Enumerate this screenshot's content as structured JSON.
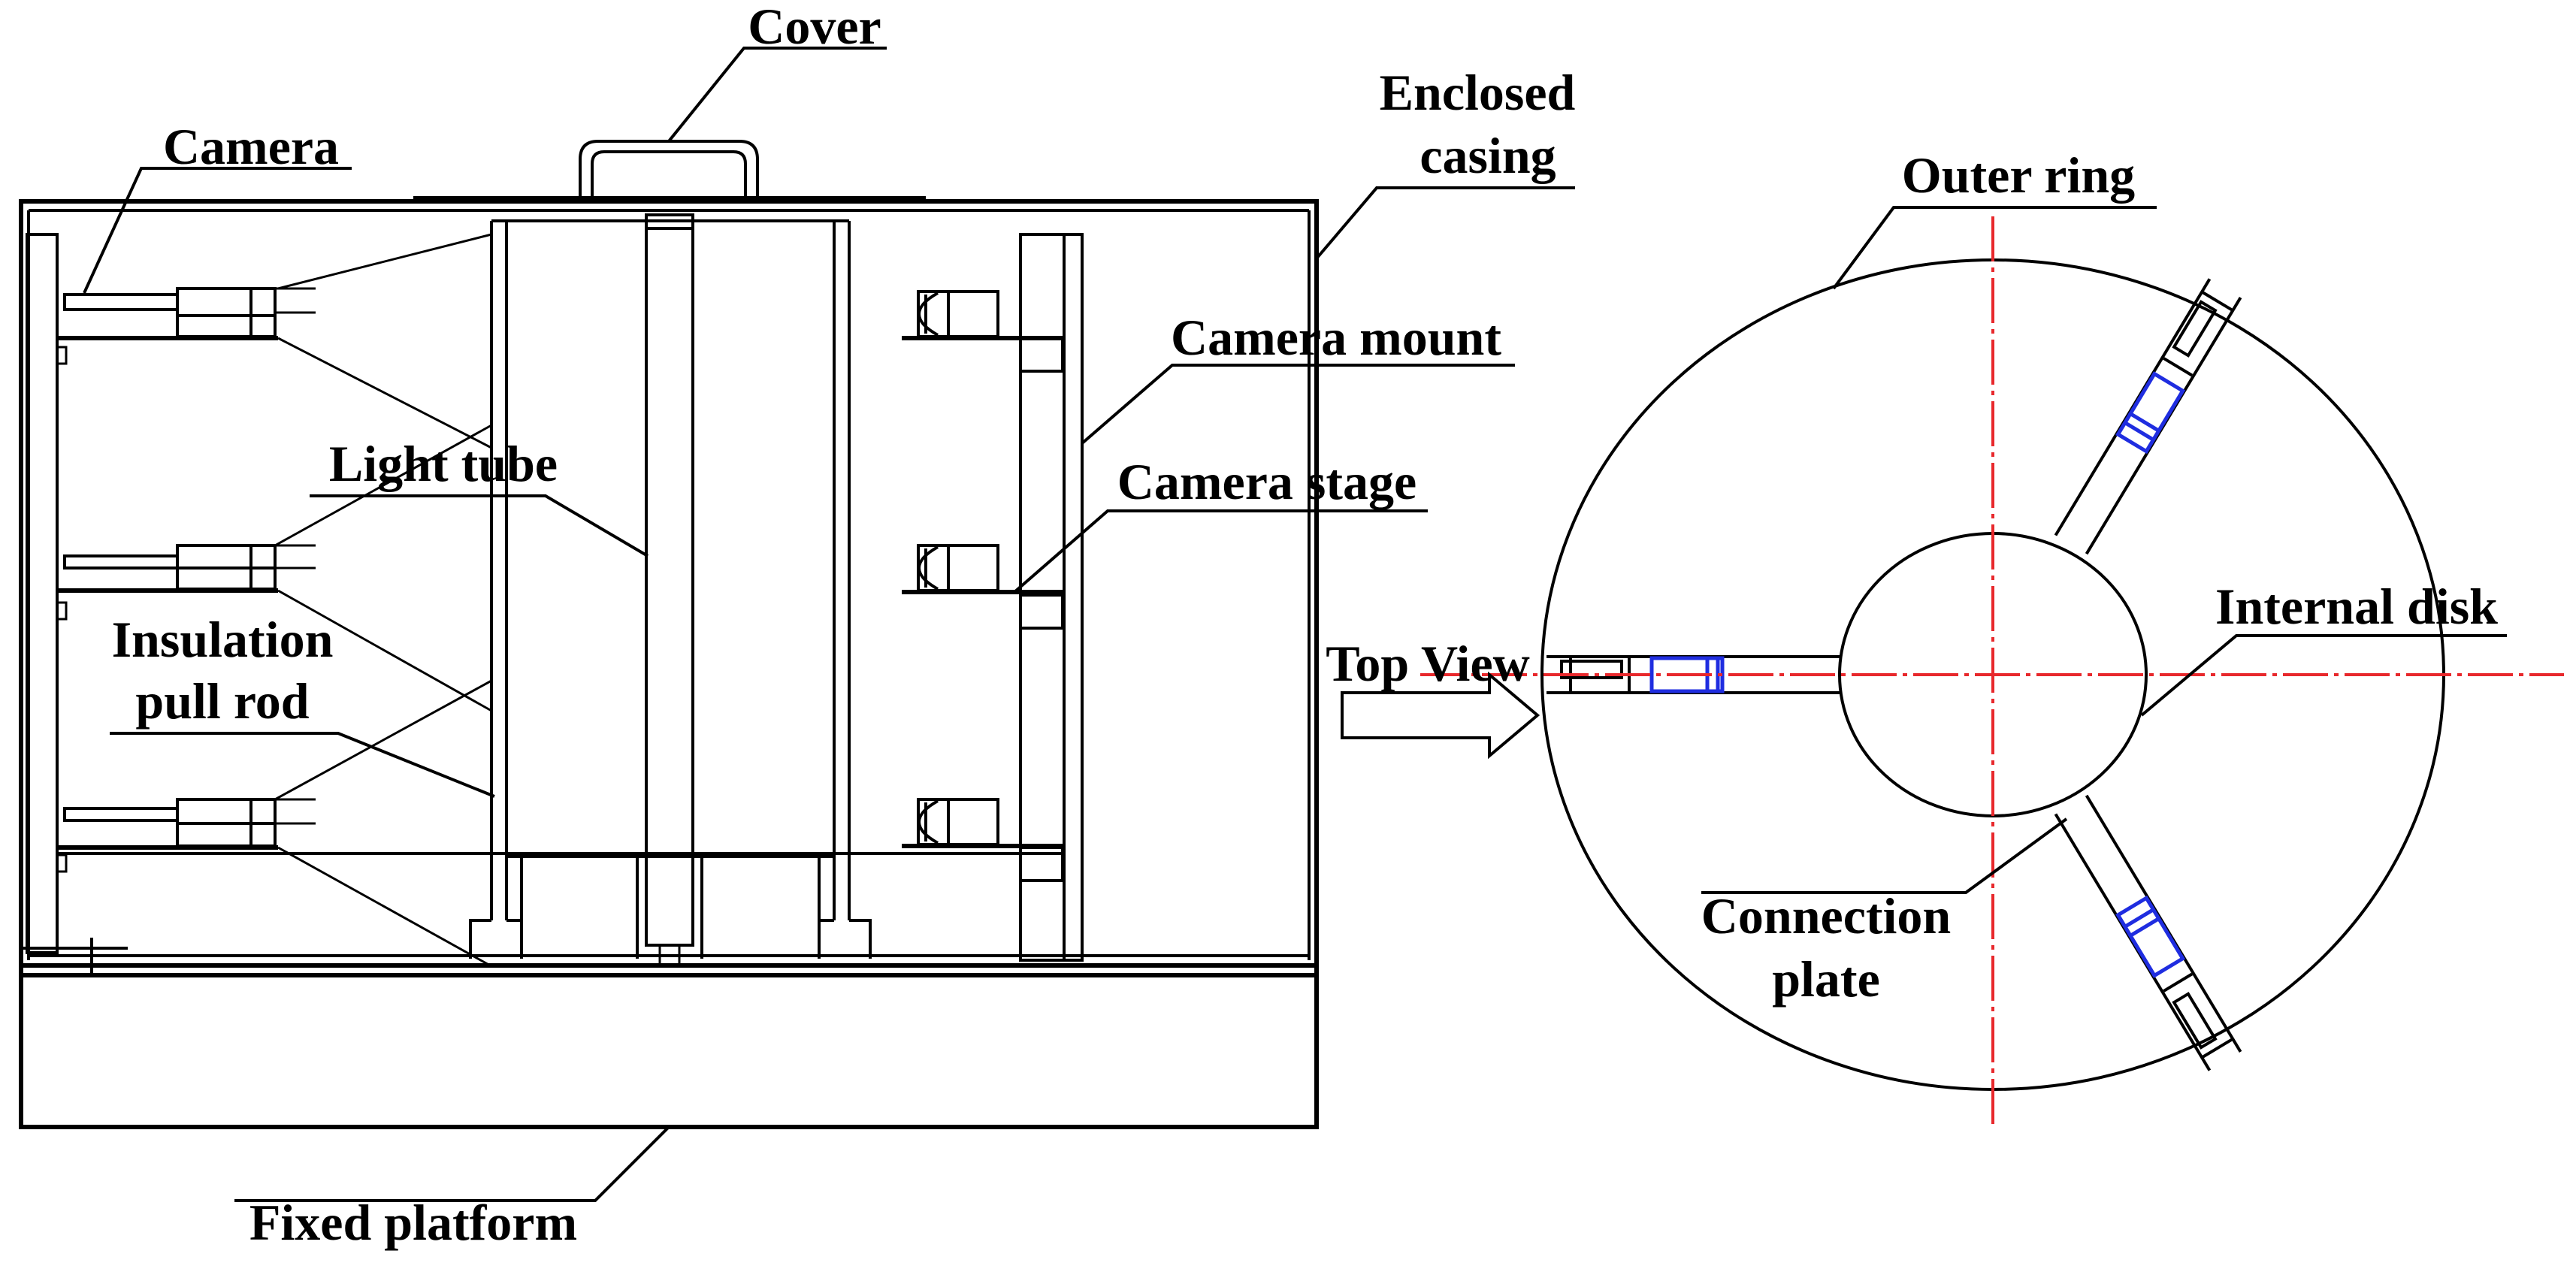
{
  "labels": {
    "cover": "Cover",
    "camera": "Camera",
    "enclosed_casing_1": "Enclosed",
    "enclosed_casing_2": "casing",
    "outer_ring": "Outer ring",
    "camera_mount": "Camera mount",
    "light_tube": "Light tube",
    "camera_stage": "Camera stage",
    "insulation_1": "Insulation",
    "insulation_2": "pull rod",
    "top_view": "Top View",
    "internal_disk": "Internal disk",
    "connection_1": "Connection",
    "connection_2": "plate",
    "fixed_platform": "Fixed platform"
  },
  "colors": {
    "line": "#000000",
    "centerline": "#e8282c",
    "highlight": "#1f2de0",
    "background": "#ffffff"
  }
}
